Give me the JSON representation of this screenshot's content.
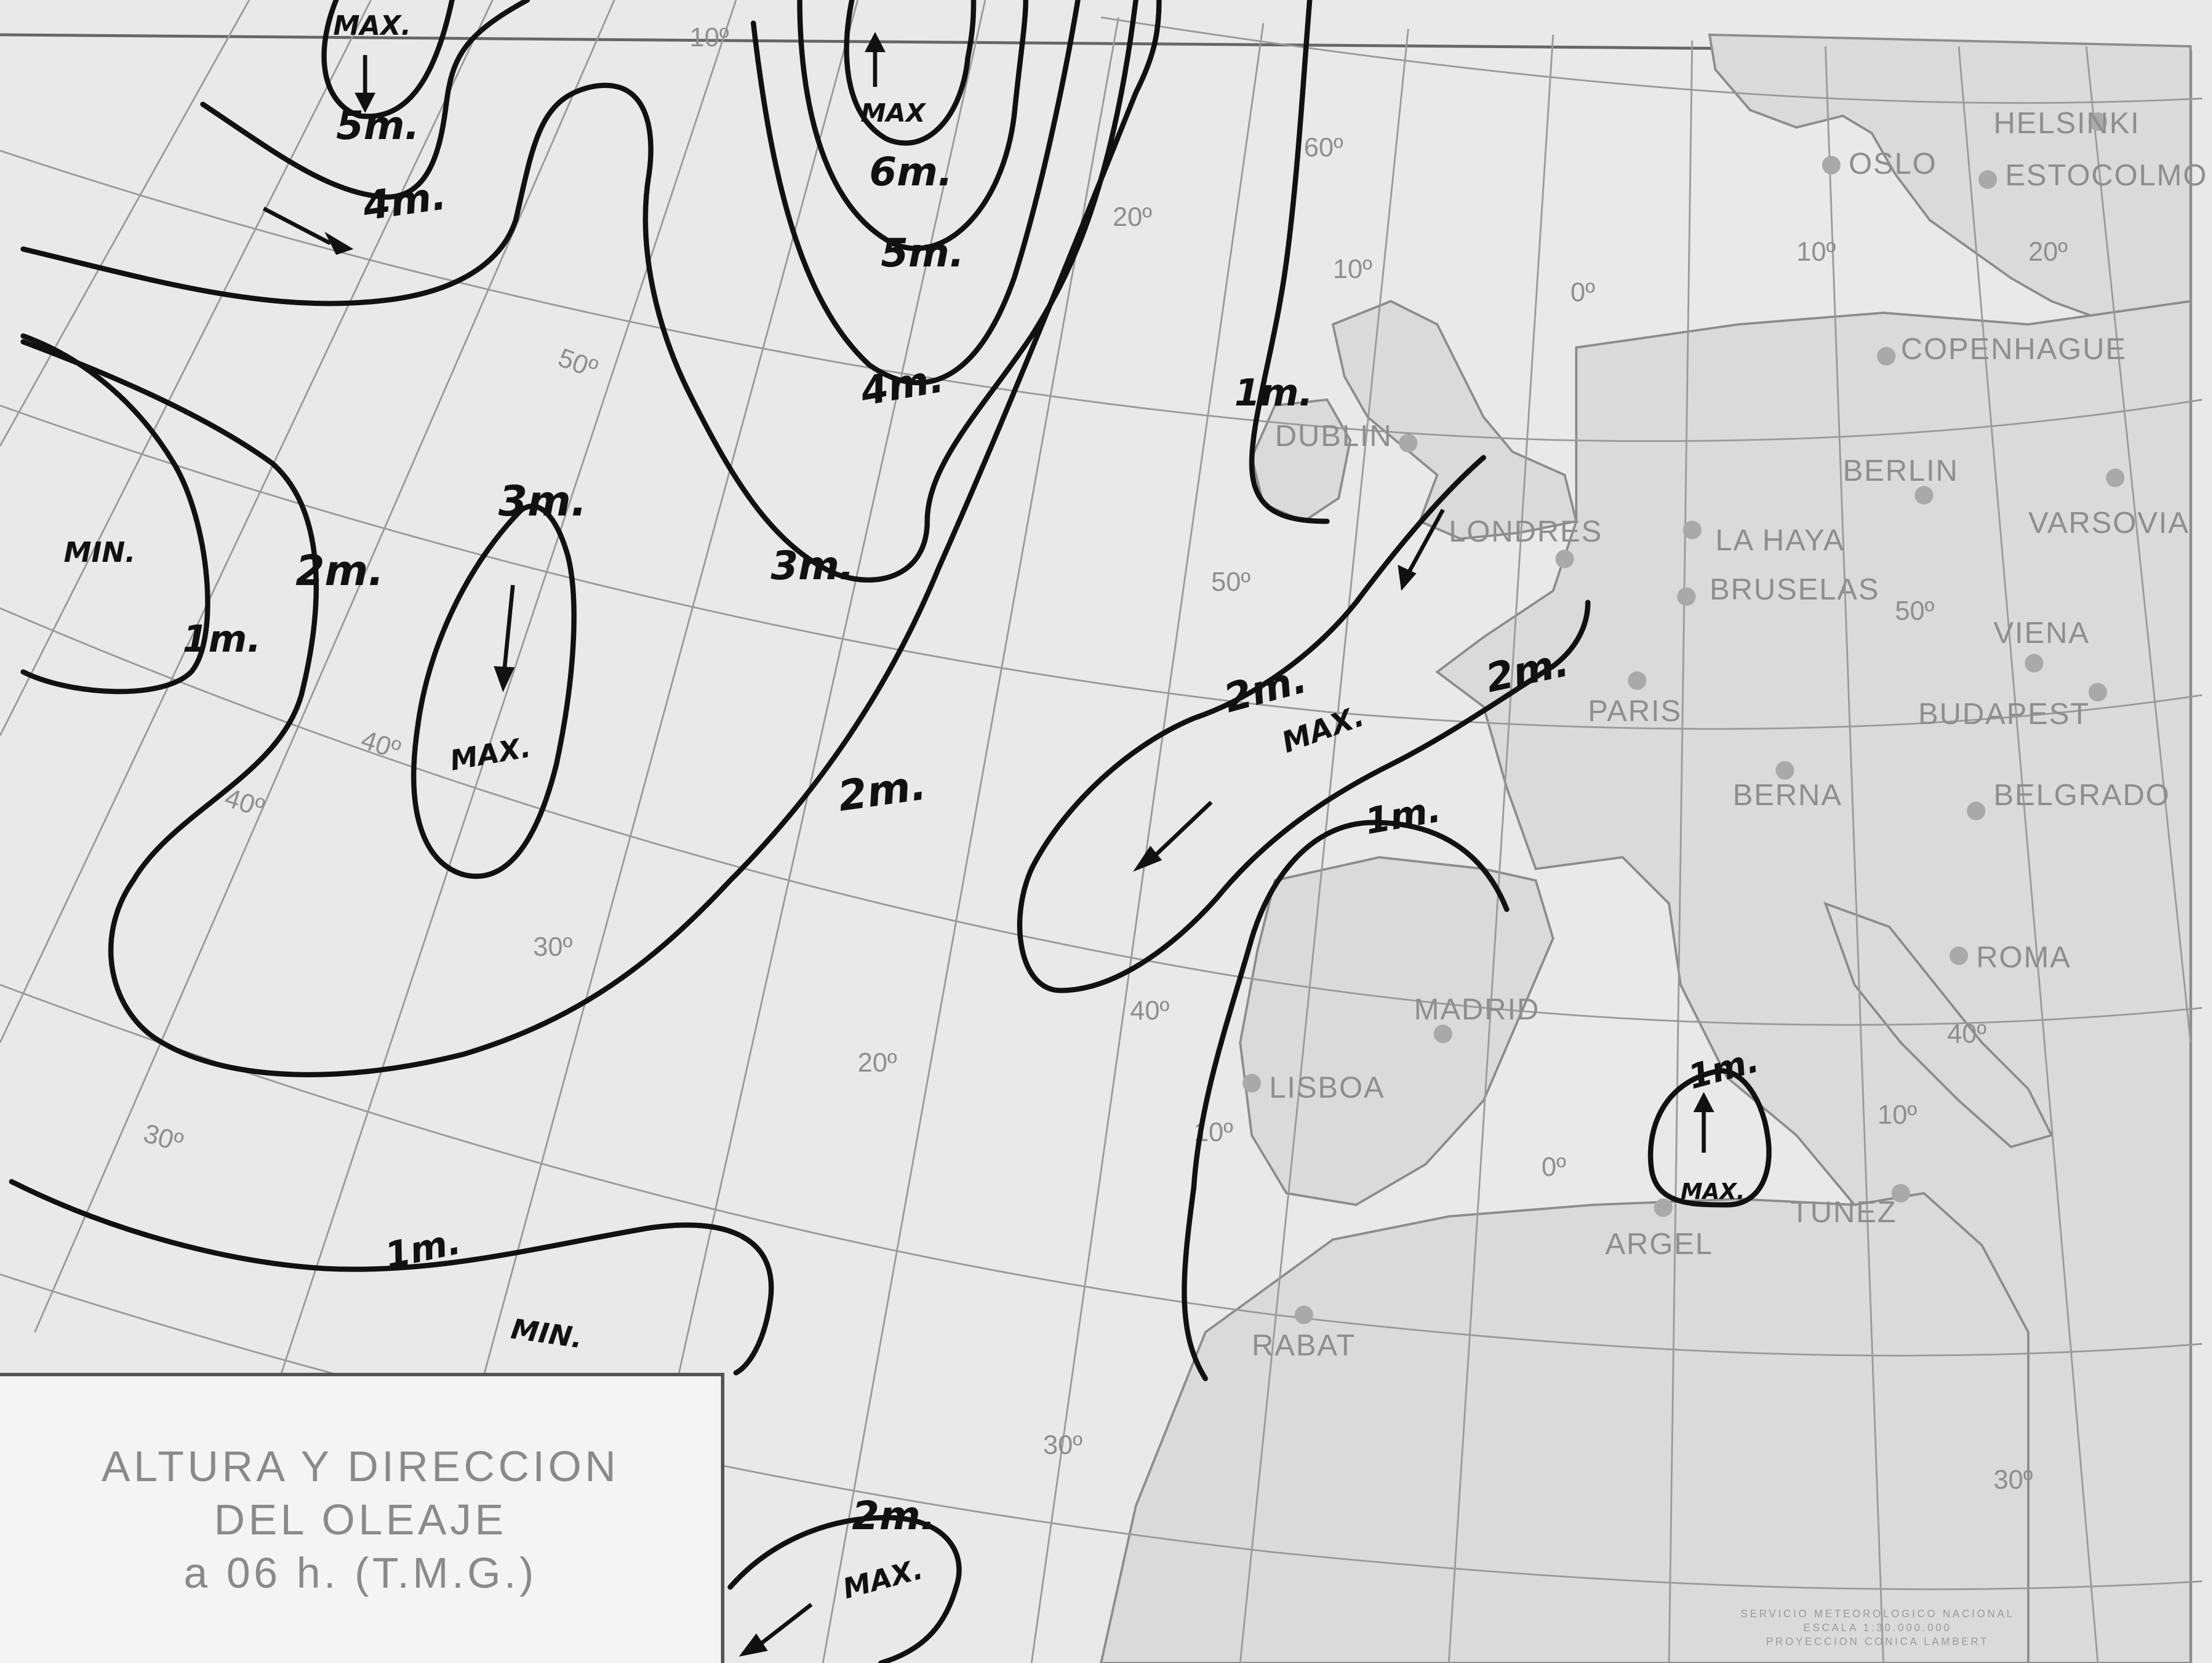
{
  "title": {
    "line1": "ALTURA Y DIRECCION",
    "line2": "DEL OLEAJE",
    "line3": "a 06 h. (T.M.G.)"
  },
  "credit": {
    "line1": "SERVICIO METEOROLOGICO NACIONAL",
    "line2": "ESCALA 1:30.000.000",
    "line3": "PROYECCION CONICA LAMBERT"
  },
  "cities": {
    "helsinki": "HELSINKI",
    "oslo": "OSLO",
    "estocolmo": "ESTOCOLMO",
    "copenhague": "COPENHAGUE",
    "dublin": "DUBLIN",
    "berlin": "BERLIN",
    "londres": "LONDRES",
    "la_haya": "LA HAYA",
    "varsovia": "VARSOVIA",
    "bruselas": "BRUSELAS",
    "paris": "PARIS",
    "viena": "VIENA",
    "budapest": "BUDAPEST",
    "berna": "BERNA",
    "belgrado": "BELGRADO",
    "roma": "ROMA",
    "madrid": "MADRID",
    "lisboa": "LISBOA",
    "argel": "ARGEL",
    "tunez": "TUNEZ",
    "rabat": "RABAT"
  },
  "graticule_labels": {
    "lat60": "60º",
    "lat50a": "50º",
    "lat50b": "50º",
    "lat50c": "50º",
    "lat40a": "40º",
    "lat40b": "40º",
    "lat40c": "40º",
    "lat40d": "40º",
    "lat30a": "30º",
    "lat30b": "30º",
    "lat30c": "30º",
    "lon30": "30º",
    "lon20a": "20º",
    "lon20b": "20º",
    "lon20c": "20º",
    "lon10a": "10º",
    "lon10b": "10º",
    "lon10c": "10º",
    "lon10d": "10º",
    "lon0a": "0º",
    "lon0b": "0º",
    "lon10top": "10º"
  },
  "wave_labels": {
    "max_n1": "MAX.",
    "h5m_a": "5m.",
    "h4m_a": "4m.",
    "max_n2": "MAX",
    "h6m": "6m.",
    "h5m_b": "5m.",
    "h4m_b": "4m.",
    "h3m_a": "3m.",
    "h3m_b": "3m.",
    "max_w": "MAX.",
    "min_w": "MIN.",
    "h2m_a": "2m.",
    "h1m_a": "1m.",
    "h2m_b": "2m.",
    "h1m_b": "1m.",
    "h2m_c": "2m.",
    "h2m_d": "2m.",
    "max_c": "MAX.",
    "h1m_c": "1m.",
    "h1m_d": "1m.",
    "max_med": "MAX.",
    "h1m_e": "1m.",
    "min_s": "MIN.",
    "h2m_e": "2m.",
    "max_s": "MAX."
  }
}
